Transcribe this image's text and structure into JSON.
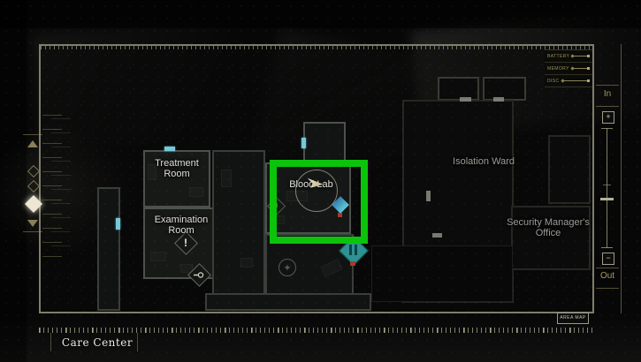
{
  "hud": {
    "status_panel": {
      "rows": [
        {
          "label": "BATTERY"
        },
        {
          "label": "MEMORY"
        },
        {
          "label": "DISC"
        }
      ]
    },
    "zoom_controls": {
      "in_label": "In",
      "plus_label": "+",
      "minus_label": "−",
      "out_label": "Out"
    },
    "area_map_button_label": "AREA MAP",
    "location_label": "Care Center"
  },
  "map": {
    "rooms": {
      "treatment_room": {
        "label": "Treatment Room",
        "explored": true
      },
      "examination_room": {
        "label": "Examination Room",
        "explored": true
      },
      "blood_lab": {
        "label": "Blood Lab",
        "explored": true,
        "highlighted": true
      },
      "isolation_ward": {
        "label": "Isolation Ward",
        "explored": false
      },
      "security_managers_office": {
        "label": "Security Manager's Office",
        "explored": false
      }
    },
    "markers": {
      "objective_exclamation": "!"
    },
    "icons": {
      "save_point": "typewriter-icon",
      "stairs": "stairs-icon",
      "doors": "door-icon",
      "fan": "compass-icon"
    }
  },
  "colors": {
    "highlight_green": "#0cc30c",
    "door_cyan": "#79c8d8",
    "stairs_teal": "#2f9191",
    "hud_olive": "#a89f63",
    "label_white": "#e0e0da",
    "label_gray": "#9c9c97",
    "marker_red": "#a23a2e",
    "frame": "#a8a68e"
  }
}
